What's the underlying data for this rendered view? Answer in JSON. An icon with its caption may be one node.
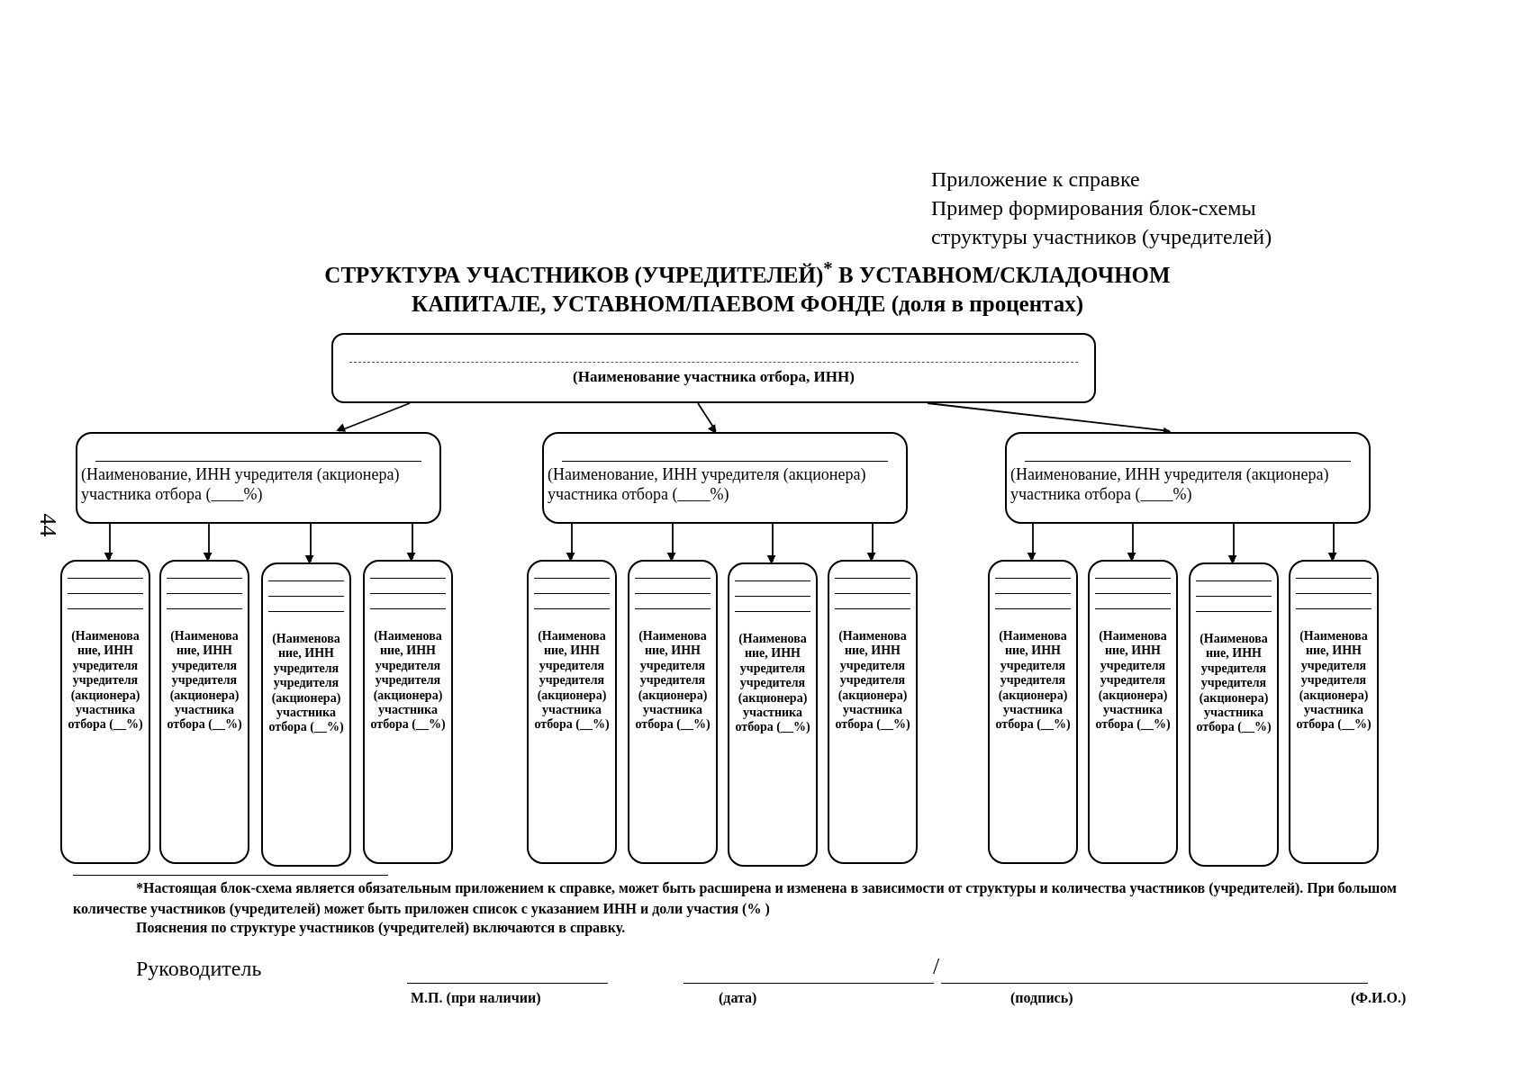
{
  "diagram": {
    "title": "СТРУКТУРА УЧАСТНИКОВ (УЧРЕДИТЕЛЕЙ)$^{*}$ В УСТАВНОМ/СКЛАДОЧНОМ КАПИТАЛЕ, УСТАВНОМ/ПАЕВОМ ФОНДЕ (доля в процентах)",
    "nodes": [
      {
        "text": [
          "(Наименование участника отбора, ИНН)"
        ]
      },
      {
        "text": [
          "(Наименование, ИНН учредителя (акционера) участника отбора (____%)"
        ]
      },
      {
        "text": [
          "(Наименование, ИНН учредителя (акционера) участника отбора (____%)"
        ]
      },
      {
        "text": [
          "(Наименование, ИНН учредителя (акционера) участника отбора (____%)"
        ]
      },
      {
        "text": [
          "(Наименова ние, ИНН учредителя учредителя (акционера) участника отбора (__%)"
        ]
      },
      {
        "text": [
          "(Наименова ние, ИНН учредителя учредителя (акционера) участника отбора (__%)"
        ]
      },
      {
        "text": [
          "(Наименова ние, ИНН учредителя учредителя (акционера) участника отбора (__%)"
        ]
      },
      {
        "text": [
          "(Наименова ние, ИНН учредителя учредителя (акционера) участника отбора (__%)"
        ]
      },
      {
        "text": [
          "(Наименова ние, ИНН учредителя учредителя (акционера) участника отбора (__%)"
        ]
      },
      {
        "text": [
          "(Наименова ние, ИНН учредителя учредителя (акционера) участника отбора (__%)"
        ]
      },
      {
        "text": [
          "(Наименова ние, ИНН учредителя учредителя (акционера) участника отбора (__%)"
        ]
      },
      {
        "text": [
          "(Наименова ние, ИНН учредителя учредителя (акционера) участника отбора (__%)"
        ]
      },
      {
        "text": [
          "(Наименова ние, ИНН учредителя учредителя (акционера) участника отбора (__%)"
        ]
      },
      {
        "text": [
          "(Наименова ние, ИНН учредителя учредителя (акционера) участника отбора (__%)"
        ]
      },
      {
        "text": [
          "(Наименова ние, ИНН учредителя учредителя (акционера) участника отбора (__%)"
        ]
      },
      {
        "text": [
          "(Наименова ние, ИНН учредителя учредителя (акционера) участника отбора (__%)"
        ]
      }
    ],
    "edges": [
      {
        "from": 0,
        "to": 1,
        "arrow": "to"
      },
      {
        "from": 0,
        "to": 2,
        "arrow": "to"
      },
      {
        "from": 0,
        "to": 3,
        "arrow": "to"
      },
      {
        "from": 1,
        "to": 4,
        "arrow": "to"
      },
      {
        "from": 1,
        "to": 5,
        "arrow": "to"
      },
      {
        "from": 1,
        "to": 6,
        "arrow": "to"
      },
      {
        "from": 1,
        "to": 7,
        "arrow": "to"
      },
      {
        "from": 2,
        "to": 8,
        "arrow": "to"
      },
      {
        "from": 2,
        "to": 9,
        "arrow": "to"
      },
      {
        "from": 2,
        "to": 10,
        "arrow": "to"
      },
      {
        "from": 2,
        "to": 11,
        "arrow": "to"
      },
      {
        "from": 3,
        "to": 12,
        "arrow": "to"
      },
      {
        "from": 3,
        "to": 13,
        "arrow": "to"
      },
      {
        "from": 3,
        "to": 14,
        "arrow": "to"
      },
      {
        "from": 3,
        "to": 15,
        "arrow": "to"
      }
    ],
    "labels": [
      "Приложение к справке",
      "Пример формирования блок-схемы",
      "структуры участников (учредителей)",
      "44",
      "*Настоящая блок-схема является обязательным приложением к справке, может быть расширена и изменена в зависимости от структуры и количества участников (учредителей). При большом количестве участников (учредителей) может быть приложен список с указанием ИНН и доли участия (% )",
      "Пояснения по структуре участников (учредителей) включаются в справку.",
      "Руководитель",
      "/",
      "М.П. (при наличии)",
      "(дата)",
      "(подпись)",
      "(Ф.И.О.)"
    ]
  }
}
